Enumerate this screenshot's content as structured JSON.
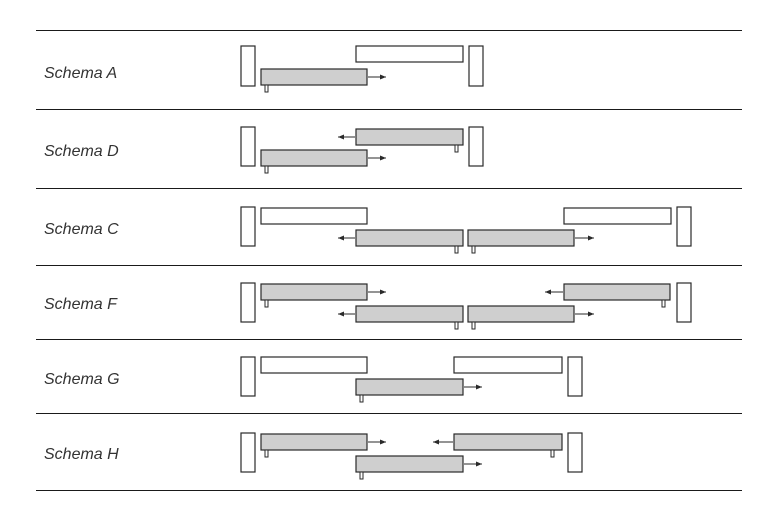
{
  "colors": {
    "rule": "#1a1a1a",
    "outline": "#2a2a2a",
    "fixed_panel_fill": "#ffffff",
    "sliding_panel_fill": "#cfcfcf",
    "label_text": "#333333"
  },
  "rows": [
    {
      "label": "Schema A"
    },
    {
      "label": "Schema D"
    },
    {
      "label": "Schema C"
    },
    {
      "label": "Schema F"
    },
    {
      "label": "Schema G"
    },
    {
      "label": "Schema H"
    }
  ]
}
